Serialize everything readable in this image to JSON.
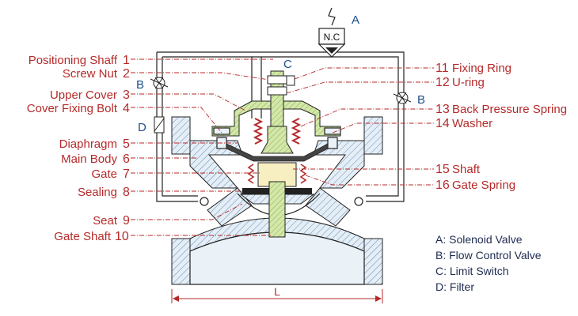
{
  "callouts_left": [
    {
      "name": "Positioning Shaff",
      "num": "1"
    },
    {
      "name": "Screw Nut",
      "num": "2"
    },
    {
      "name": "Upper Cover",
      "num": "3"
    },
    {
      "name": "Cover Fixing Bolt",
      "num": "4"
    },
    {
      "name": "Diaphragm",
      "num": "5"
    },
    {
      "name": "Main Body",
      "num": "6"
    },
    {
      "name": "Gate",
      "num": "7"
    },
    {
      "name": "Sealing",
      "num": "8"
    },
    {
      "name": "Seat",
      "num": "9"
    },
    {
      "name": "Gate Shaft",
      "num": "10"
    }
  ],
  "callouts_right": [
    {
      "num": "11",
      "name": "Fixing Ring"
    },
    {
      "num": "12",
      "name": "U-ring"
    },
    {
      "num": "13",
      "name": "Back Pressure Spring"
    },
    {
      "num": "14",
      "name": "Washer"
    },
    {
      "num": "15",
      "name": "Shaft"
    },
    {
      "num": "16",
      "name": "Gate Spring"
    }
  ],
  "diagram_letters": {
    "a": "A",
    "b_left": "B",
    "b_right": "B",
    "c": "C",
    "d": "D",
    "nc": "N.C",
    "length": "L"
  },
  "legend": [
    "A: Solenoid Valve",
    "B: Flow Control Valve",
    "C: Limit Switch",
    "D: Filter"
  ],
  "colors": {
    "label": "#b52a2a",
    "letter": "#1e4f8c",
    "body_fill": "#eaf2f8",
    "part_fill": "#d3e8a8"
  }
}
